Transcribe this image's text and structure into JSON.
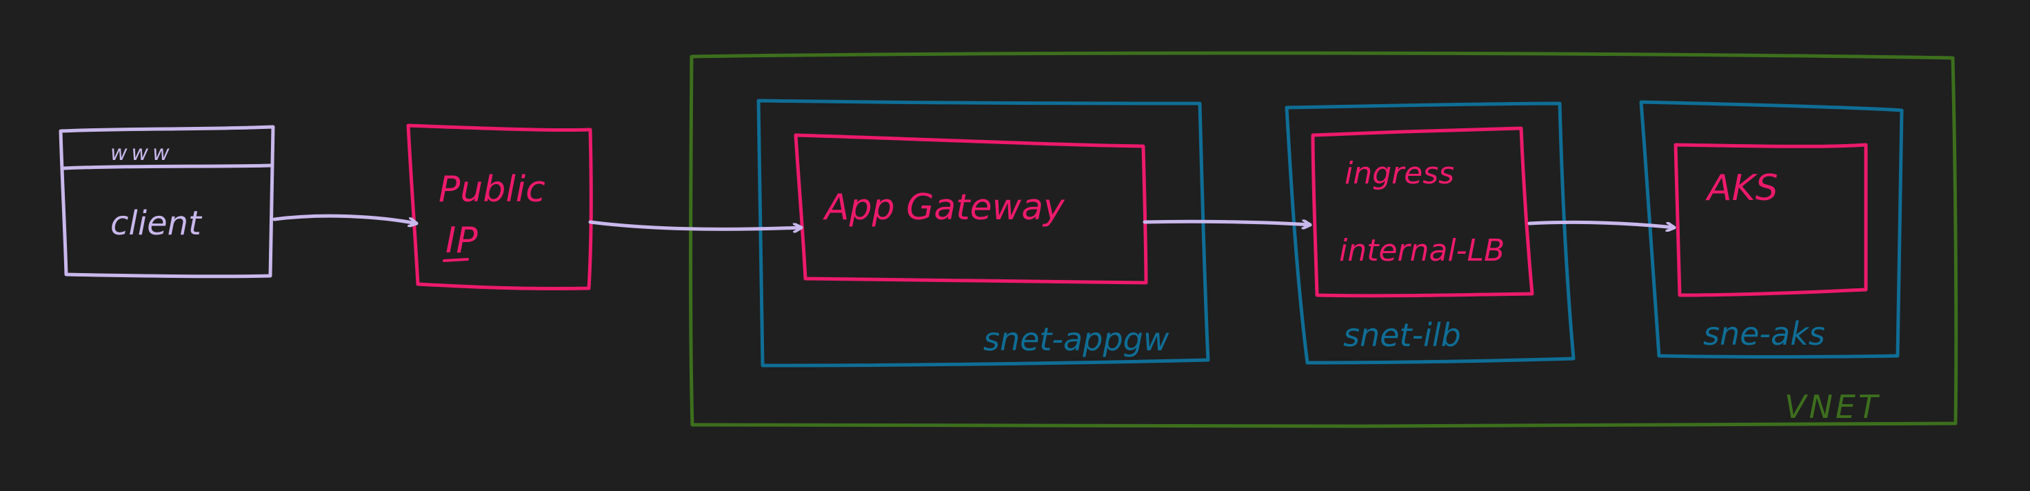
{
  "colors": {
    "background": "#1f1f1f",
    "client": "#c9b8ec",
    "resource": "#ec1a6c",
    "subnet": "#0f6e96",
    "vnet": "#3d6f1d"
  },
  "client": {
    "header": "www",
    "label": "client"
  },
  "public_ip": {
    "line1": "Public",
    "line2": "IP"
  },
  "app_gateway": {
    "label": "App Gateway",
    "subnet": "snet-appgw"
  },
  "ingress": {
    "line1": "ingress",
    "line2": "internal-LB",
    "subnet": "snet-ilb"
  },
  "aks": {
    "label": "AKS",
    "subnet": "sne-aks"
  },
  "vnet": {
    "label": "VNET"
  }
}
